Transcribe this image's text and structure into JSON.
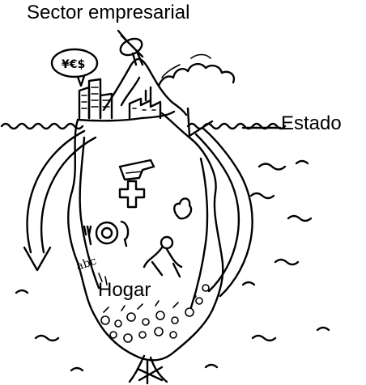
{
  "labels": {
    "business": "Sector empresarial",
    "state": "Estado",
    "household": "Hogar"
  },
  "drawing_text": {
    "currency_bubble": "¥€$",
    "letters": "abc"
  },
  "icons": [
    "satellite-dish-icon",
    "speech-bubble-icon",
    "office-buildings-icon",
    "factory-icon",
    "smoke-cloud-icon",
    "cup-icon",
    "cross-icon",
    "heart-icon",
    "plate-cutlery-icon",
    "person-icon",
    "flowers-icon",
    "roots-icon"
  ],
  "colors": {
    "ink": "#000000",
    "background": "#ffffff"
  }
}
